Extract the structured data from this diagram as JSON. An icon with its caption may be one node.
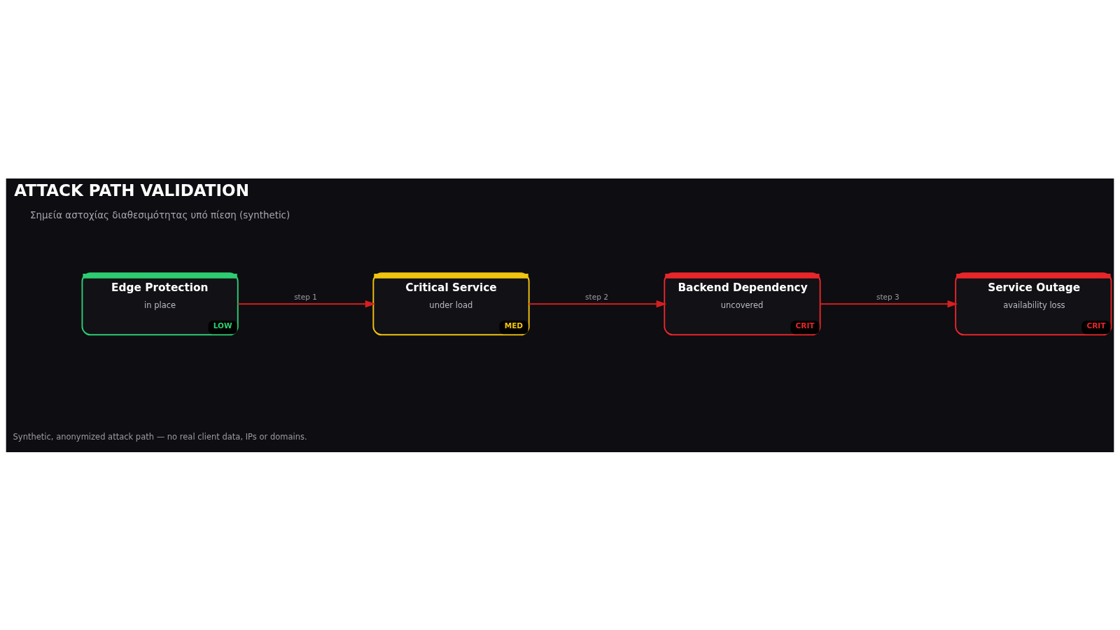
{
  "diagram": {
    "title": "ATTACK PATH VALIDATION",
    "caption": "Synthetic, anonymized attack path — no real client data, IPs or domains.",
    "nodes": [
      {
        "text": [
          "Edge Protection",
          "in place",
          "LOW"
        ]
      },
      {
        "text": [
          "Critical Service",
          "under load",
          "MED"
        ]
      },
      {
        "text": [
          "Backend Dependency",
          "uncovered",
          "CRIT"
        ]
      },
      {
        "text": [
          "Service Outage",
          "availability loss",
          "CRIT"
        ]
      }
    ],
    "edges": [
      {
        "from": 0,
        "to": 1,
        "arrow": "to",
        "label": "step 1"
      },
      {
        "from": 1,
        "to": 2,
        "arrow": "to",
        "label": "step 2"
      },
      {
        "from": 2,
        "to": 3,
        "arrow": "to",
        "label": "step 3"
      }
    ],
    "labels": [
      "Σημεία αστοχίας διαθεσιμότητας υπό πίεση (synthetic)"
    ]
  }
}
